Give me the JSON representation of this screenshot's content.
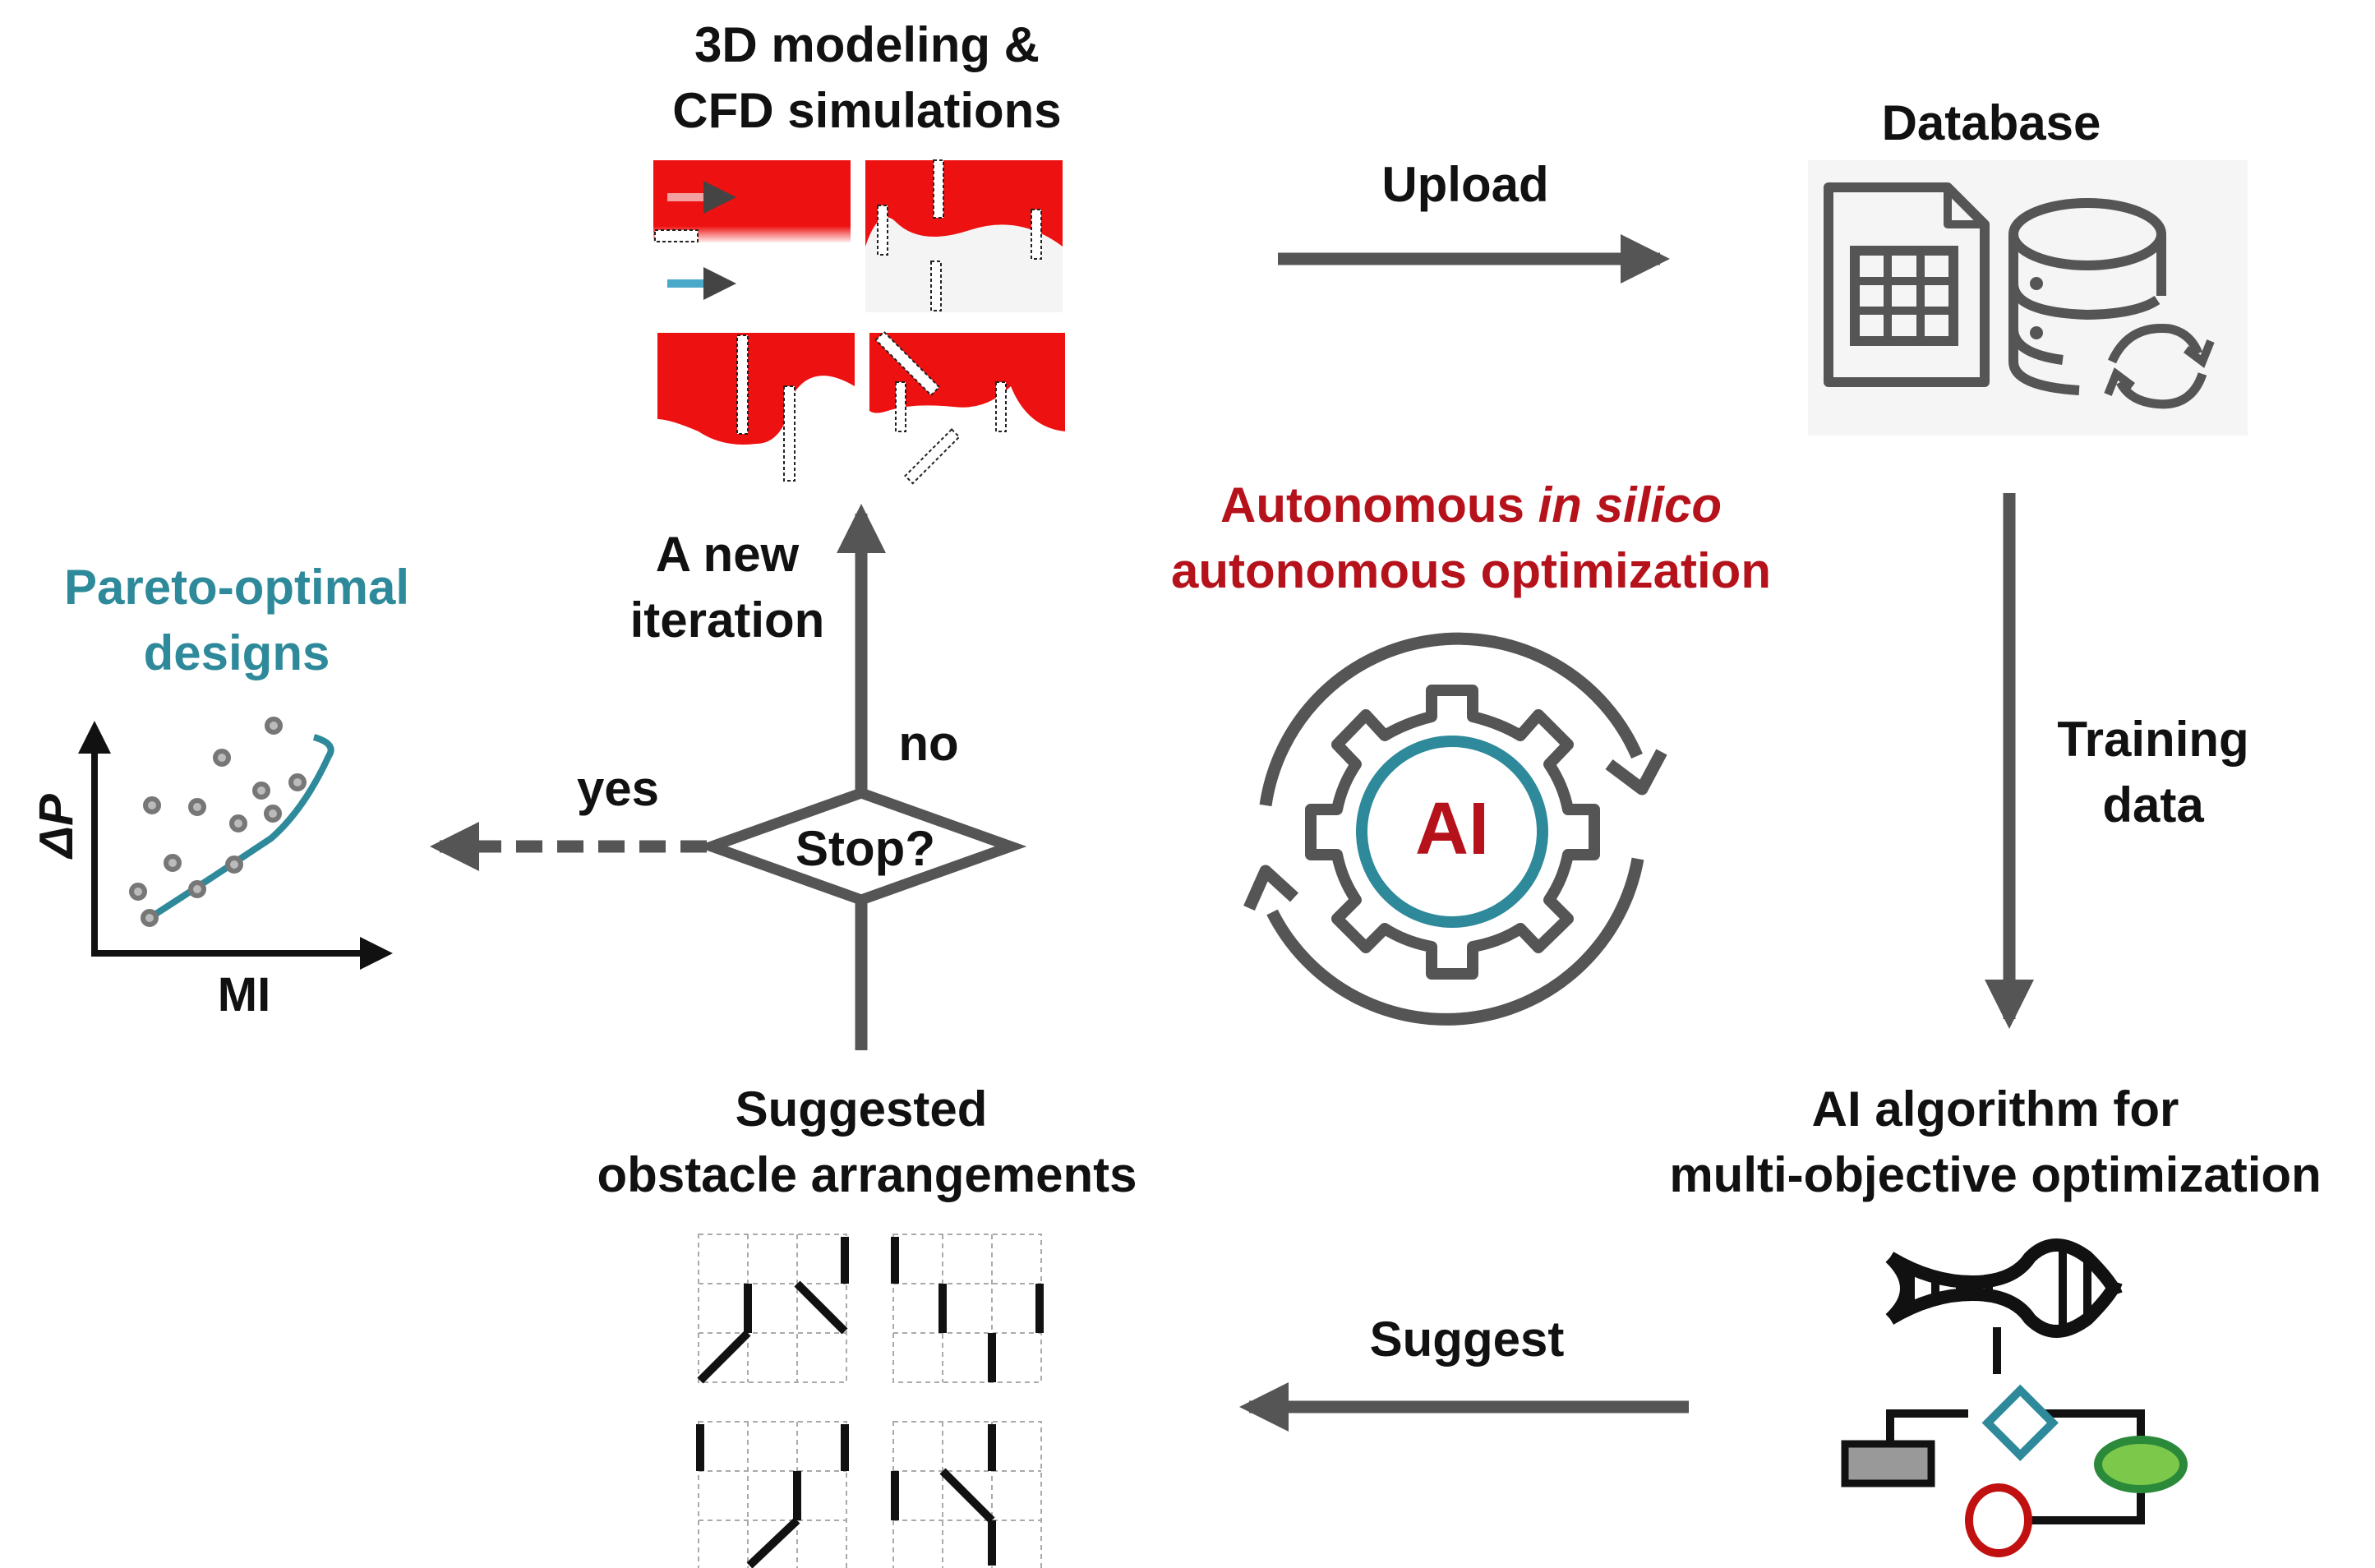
{
  "labels": {
    "cfd_title_line1": "3D modeling &",
    "cfd_title_line2": "CFD simulations",
    "database_title": "Database",
    "upload": "Upload",
    "training_line1": "Training",
    "training_line2": "data",
    "ai_algo_line1": "AI algorithm for",
    "ai_algo_line2": "multi-objective optimization",
    "suggest": "Suggest",
    "suggested_line1": "Suggested",
    "suggested_line2": "obstacle arrangements",
    "new_iter_line1": "A new",
    "new_iter_line2": "iteration",
    "no": "no",
    "yes": "yes",
    "stop": "Stop?",
    "center_line1_a": "Autonomous ",
    "center_line1_b": "in silico",
    "center_line2": "autonomous optimization",
    "ai_badge": "AI",
    "pareto_line1": "Pareto-optimal",
    "pareto_line2": "designs",
    "pareto_ylabel": "ΔP",
    "pareto_xlabel": "MI"
  },
  "colors": {
    "arrow_gray": "#555555",
    "accent_red": "#b5121b",
    "teal": "#2e8a9a",
    "flow_red": "#ee1111",
    "green": "#7cc84a"
  },
  "icons": [
    "spreadsheet-icon",
    "database-icon",
    "refresh-icon",
    "dna-icon",
    "flowchart-icon",
    "gear-icon",
    "cycle-arrows-icon"
  ]
}
